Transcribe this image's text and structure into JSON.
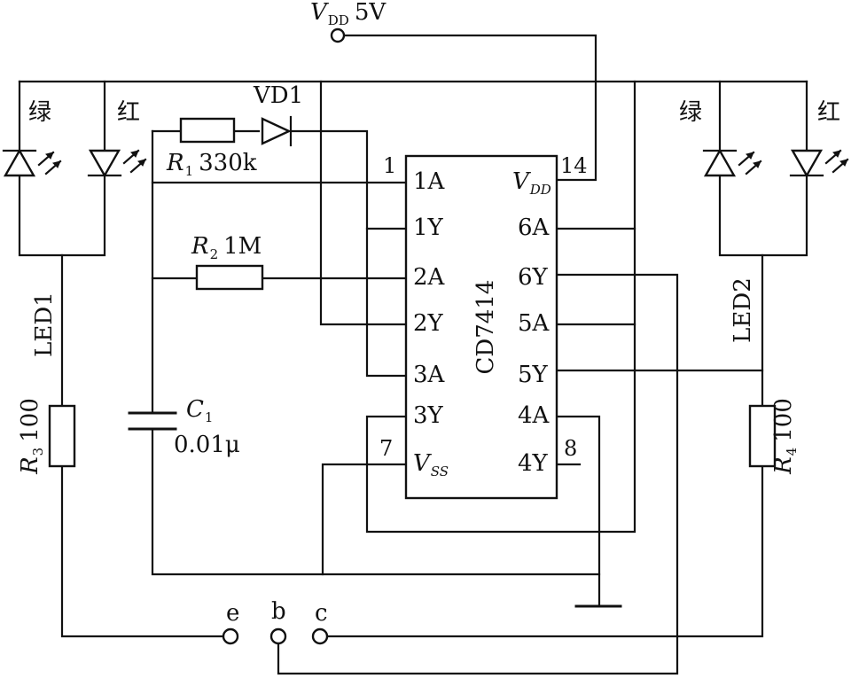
{
  "supply": {
    "label": "V",
    "sub": "DD",
    "value": "5V"
  },
  "ic": {
    "name": "CD7414",
    "left_pins": [
      "1A",
      "1Y",
      "2A",
      "2Y",
      "3A",
      "3Y"
    ],
    "vss_main": "V",
    "vss_sub": "SS",
    "vdd_main": "V",
    "vdd_sub": "DD",
    "right_pins": [
      "6A",
      "6Y",
      "5A",
      "5Y",
      "4A",
      "4Y"
    ],
    "pin_numbers": {
      "p1": "1",
      "p7": "7",
      "p14": "14",
      "p8": "8"
    }
  },
  "components": {
    "r1": {
      "sym": "R",
      "idx": "1",
      "value": "330k"
    },
    "vd1": {
      "label": "VD1"
    },
    "r2": {
      "sym": "R",
      "idx": "2",
      "value": "1M"
    },
    "c1": {
      "sym": "C",
      "idx": "1",
      "value": "0.01μ"
    },
    "r3": {
      "sym": "R",
      "idx": "3",
      "value": "100"
    },
    "r4": {
      "sym": "R",
      "idx": "4",
      "value": "100"
    },
    "led1": {
      "label": "LED1",
      "green": "绿",
      "red": "红"
    },
    "led2": {
      "label": "LED2",
      "green": "绿",
      "red": "红"
    }
  },
  "terminals": [
    "e",
    "b",
    "c"
  ]
}
